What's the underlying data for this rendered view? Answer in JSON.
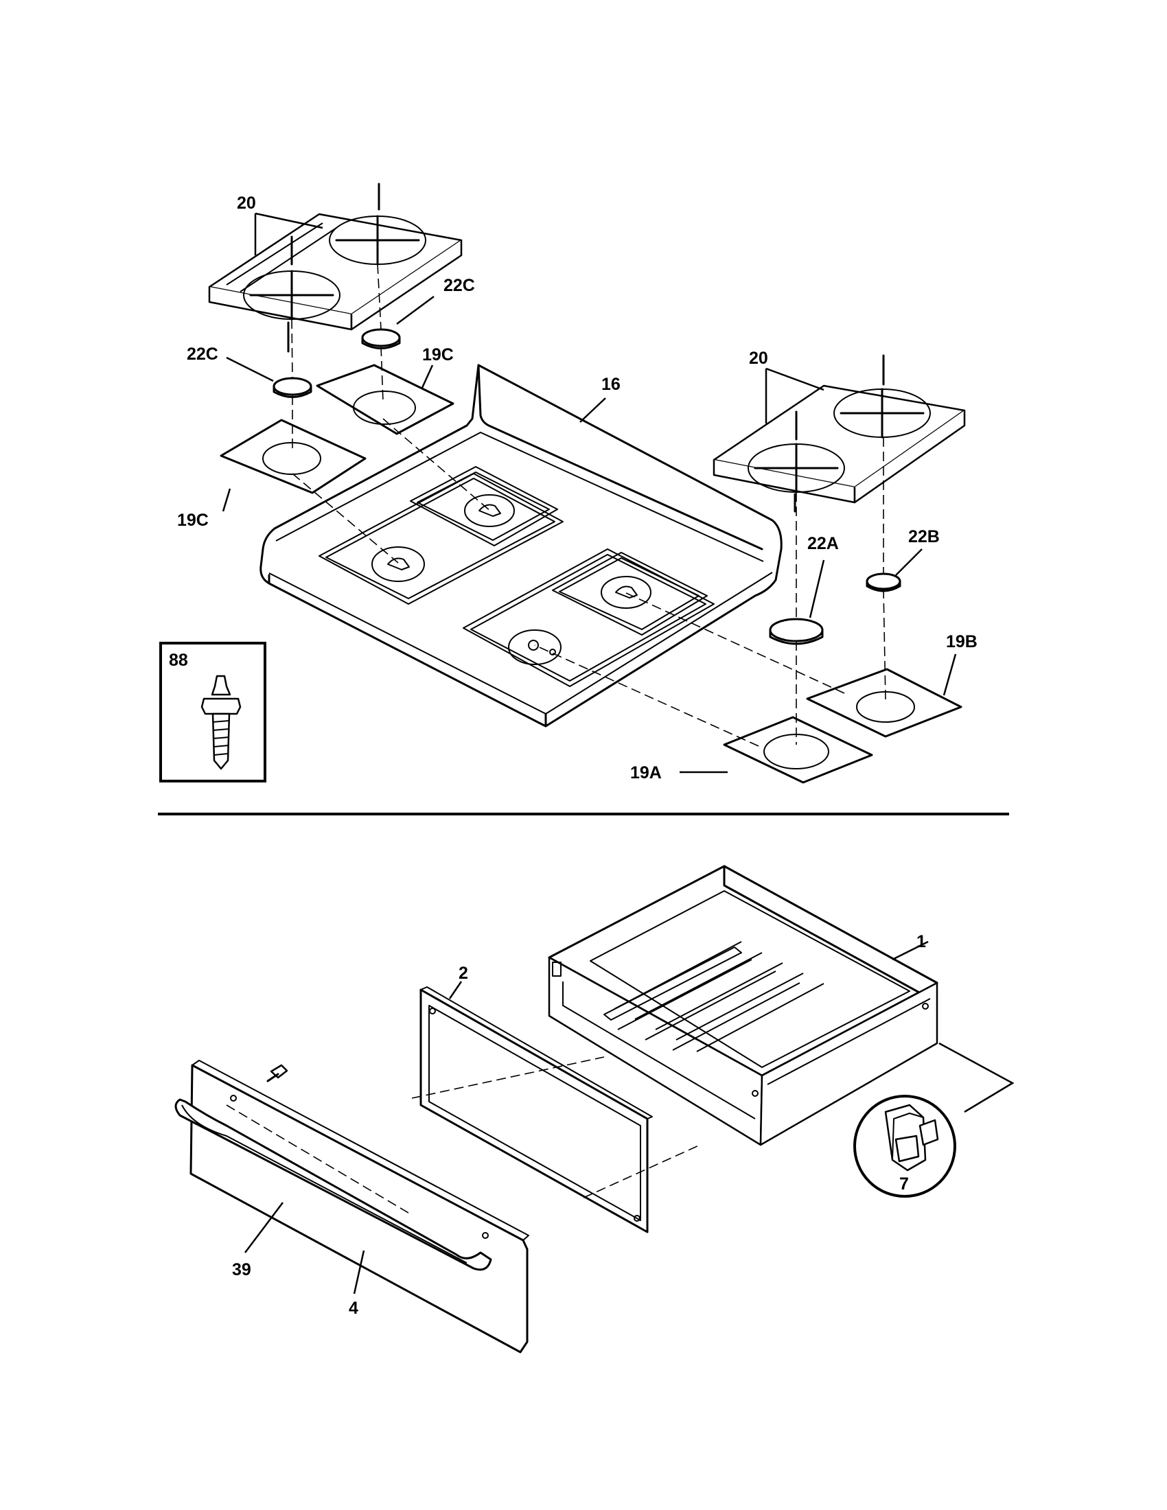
{
  "callouts": {
    "grates_left": "20",
    "cap_22c_upper": "22C",
    "cap_22c_lower": "22C",
    "pan_19c_upper": "19C",
    "pan_19c_lower": "19C",
    "cooktop": "16",
    "grates_right": "20",
    "cap_22a": "22A",
    "cap_22b": "22B",
    "pan_19b": "19B",
    "pan_19a": "19A",
    "inset_bolt": "88",
    "drawer_body": "1",
    "drawer_liner": "2",
    "drawer_panel": "4",
    "drawer_handle": "39",
    "clip": "7"
  },
  "colors": {
    "ink": "#000000",
    "paper": "#ffffff"
  }
}
